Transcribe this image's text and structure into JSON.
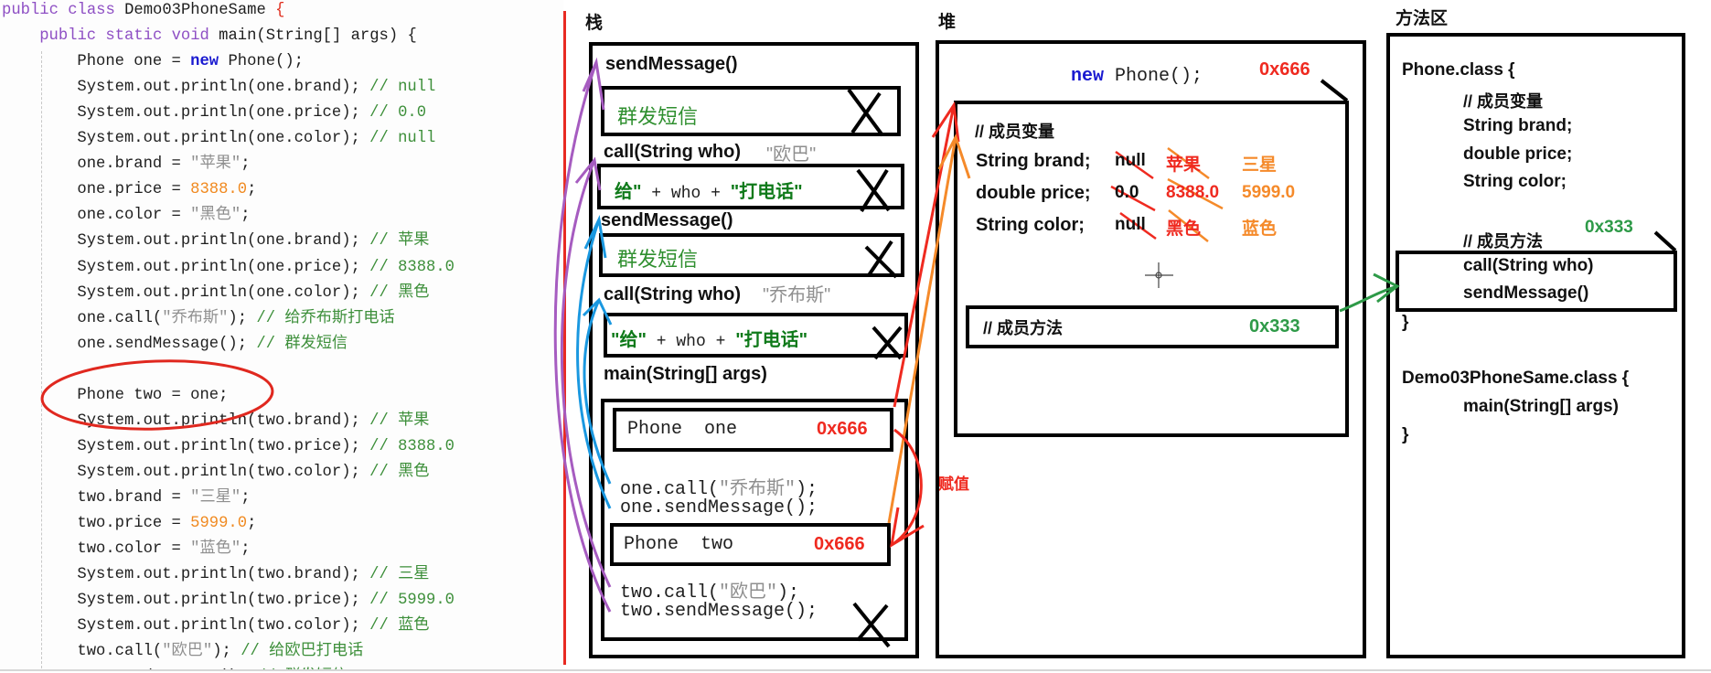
{
  "code": {
    "lines": [
      {
        "indent": 0,
        "tokens": [
          [
            "public class ",
            "kw"
          ],
          [
            "Demo03PhoneSame ",
            ""
          ],
          [
            "{",
            "br"
          ]
        ]
      },
      {
        "indent": 4,
        "tokens": [
          [
            "public static void ",
            "kw"
          ],
          [
            "main(String[] args) {",
            ""
          ]
        ]
      },
      {
        "indent": 8,
        "tokens": [
          [
            "Phone one = ",
            ""
          ],
          [
            "new",
            "nw"
          ],
          [
            " Phone();",
            ""
          ]
        ]
      },
      {
        "indent": 8,
        "tokens": [
          [
            "System.out.println(one.brand); ",
            ""
          ],
          [
            "// null",
            "cm"
          ]
        ]
      },
      {
        "indent": 8,
        "tokens": [
          [
            "System.out.println(one.price); ",
            ""
          ],
          [
            "// 0.0",
            "cm"
          ]
        ]
      },
      {
        "indent": 8,
        "tokens": [
          [
            "System.out.println(one.color); ",
            ""
          ],
          [
            "// null",
            "cm"
          ]
        ]
      },
      {
        "indent": 8,
        "tokens": [
          [
            "one.brand = ",
            ""
          ],
          [
            "\"苹果\"",
            "str"
          ],
          [
            ";",
            ""
          ]
        ]
      },
      {
        "indent": 8,
        "tokens": [
          [
            "one.price = ",
            ""
          ],
          [
            "8388.0",
            "num"
          ],
          [
            ";",
            ""
          ]
        ]
      },
      {
        "indent": 8,
        "tokens": [
          [
            "one.color = ",
            ""
          ],
          [
            "\"黑色\"",
            "str"
          ],
          [
            ";",
            ""
          ]
        ]
      },
      {
        "indent": 8,
        "tokens": [
          [
            "System.out.println(one.brand); ",
            ""
          ],
          [
            "// 苹果",
            "cm"
          ]
        ]
      },
      {
        "indent": 8,
        "tokens": [
          [
            "System.out.println(one.price); ",
            ""
          ],
          [
            "// 8388.0",
            "cm"
          ]
        ]
      },
      {
        "indent": 8,
        "tokens": [
          [
            "System.out.println(one.color); ",
            ""
          ],
          [
            "// 黑色",
            "cm"
          ]
        ]
      },
      {
        "indent": 8,
        "tokens": [
          [
            "one.call(",
            ""
          ],
          [
            "\"乔布斯\"",
            "str"
          ],
          [
            "); ",
            ""
          ],
          [
            "// 给乔布斯打电话",
            "cm"
          ]
        ]
      },
      {
        "indent": 8,
        "tokens": [
          [
            "one.sendMessage(); ",
            ""
          ],
          [
            "// 群发短信",
            "cm"
          ]
        ]
      },
      {
        "indent": 0,
        "tokens": []
      },
      {
        "indent": 8,
        "tokens": [
          [
            "Phone two = one;",
            ""
          ]
        ]
      },
      {
        "indent": 8,
        "tokens": [
          [
            "System.out.println(two.brand); ",
            ""
          ],
          [
            "// 苹果",
            "cm"
          ]
        ]
      },
      {
        "indent": 8,
        "tokens": [
          [
            "System.out.println(two.price); ",
            ""
          ],
          [
            "// 8388.0",
            "cm"
          ]
        ]
      },
      {
        "indent": 8,
        "tokens": [
          [
            "System.out.println(two.color); ",
            ""
          ],
          [
            "// 黑色",
            "cm"
          ]
        ]
      },
      {
        "indent": 8,
        "tokens": [
          [
            "two.brand = ",
            ""
          ],
          [
            "\"三星\"",
            "str"
          ],
          [
            ";",
            ""
          ]
        ]
      },
      {
        "indent": 8,
        "tokens": [
          [
            "two.price = ",
            ""
          ],
          [
            "5999.0",
            "num"
          ],
          [
            ";",
            ""
          ]
        ]
      },
      {
        "indent": 8,
        "tokens": [
          [
            "two.color = ",
            ""
          ],
          [
            "\"蓝色\"",
            "str"
          ],
          [
            ";",
            ""
          ]
        ]
      },
      {
        "indent": 8,
        "tokens": [
          [
            "System.out.println(two.brand); ",
            ""
          ],
          [
            "// 三星",
            "cm"
          ]
        ]
      },
      {
        "indent": 8,
        "tokens": [
          [
            "System.out.println(two.price); ",
            ""
          ],
          [
            "// 5999.0",
            "cm"
          ]
        ]
      },
      {
        "indent": 8,
        "tokens": [
          [
            "System.out.println(two.color); ",
            ""
          ],
          [
            "// 蓝色",
            "cm"
          ]
        ]
      },
      {
        "indent": 8,
        "tokens": [
          [
            "two.call(",
            ""
          ],
          [
            "\"欧巴\"",
            "str"
          ],
          [
            "); ",
            ""
          ],
          [
            "// 给欧巴打电话",
            "cm"
          ]
        ]
      },
      {
        "indent": 8,
        "tokens": [
          [
            "two.sendMessage(); ",
            ""
          ],
          [
            "// 群发短信",
            "cm"
          ]
        ]
      }
    ]
  },
  "stack": {
    "title": "栈",
    "frames": [
      {
        "name": "sendMessage()",
        "arg": "",
        "body": "群发短信"
      },
      {
        "name": "call(String who)",
        "arg": "\"欧巴\"",
        "body_a": "给\"",
        "body_b": " + who + ",
        "body_c": "\"打电话\""
      },
      {
        "name": "sendMessage()",
        "arg": "",
        "body": "群发短信"
      },
      {
        "name": "call(String who)",
        "arg": "\"乔布斯\"",
        "body_a": "\"给\"",
        "body_b": " + who + ",
        "body_c": "\"打电话\""
      }
    ],
    "main": {
      "name": "main(String[] args)",
      "var_one": "Phone  one",
      "var_one_addr": "0x666",
      "one_call_a": "one.call(",
      "one_call_arg": "\"乔布斯\"",
      "one_call_b": ");",
      "one_send": "one.sendMessage();",
      "var_two": "Phone  two",
      "var_two_addr": "0x666",
      "two_call_a": "two.call(",
      "two_call_arg": "\"欧巴\"",
      "two_call_b": ");",
      "two_send": "two.sendMessage();"
    },
    "assign_label": "赋值"
  },
  "heap": {
    "title": "堆",
    "new_kw": "new",
    "new_rest": " Phone();",
    "address": "0x666",
    "fields_comment": "// 成员变量",
    "fields": [
      {
        "decl": "String brand;",
        "v0": "null",
        "v1": "苹果",
        "v2": "三星"
      },
      {
        "decl": "double price;",
        "v0": "0.0",
        "v1": "8388.0",
        "v2": "5999.0"
      },
      {
        "decl": "String color;",
        "v0": "null",
        "v1": "黑色",
        "v2": "蓝色"
      }
    ],
    "methods_comment": "// 成员方法",
    "methods_addr": "0x333"
  },
  "method_area": {
    "title": "方法区",
    "phone_class": "Phone.class {",
    "fields_comment": "// 成员变量",
    "fields": [
      "String brand;",
      "double price;",
      "String color;"
    ],
    "methods_comment": "// 成员方法",
    "methods_addr": "0x333",
    "methods": [
      "call(String who)",
      "sendMessage()"
    ],
    "close1": "}",
    "demo_class": "Demo03PhoneSame.class {",
    "demo_method": "main(String[] args)",
    "close2": "}"
  },
  "colors": {
    "red": "#ef2a20",
    "orange": "#f58a2a",
    "purple": "#a65cc0",
    "blue": "#1a98e0",
    "green": "#2e9a48"
  }
}
